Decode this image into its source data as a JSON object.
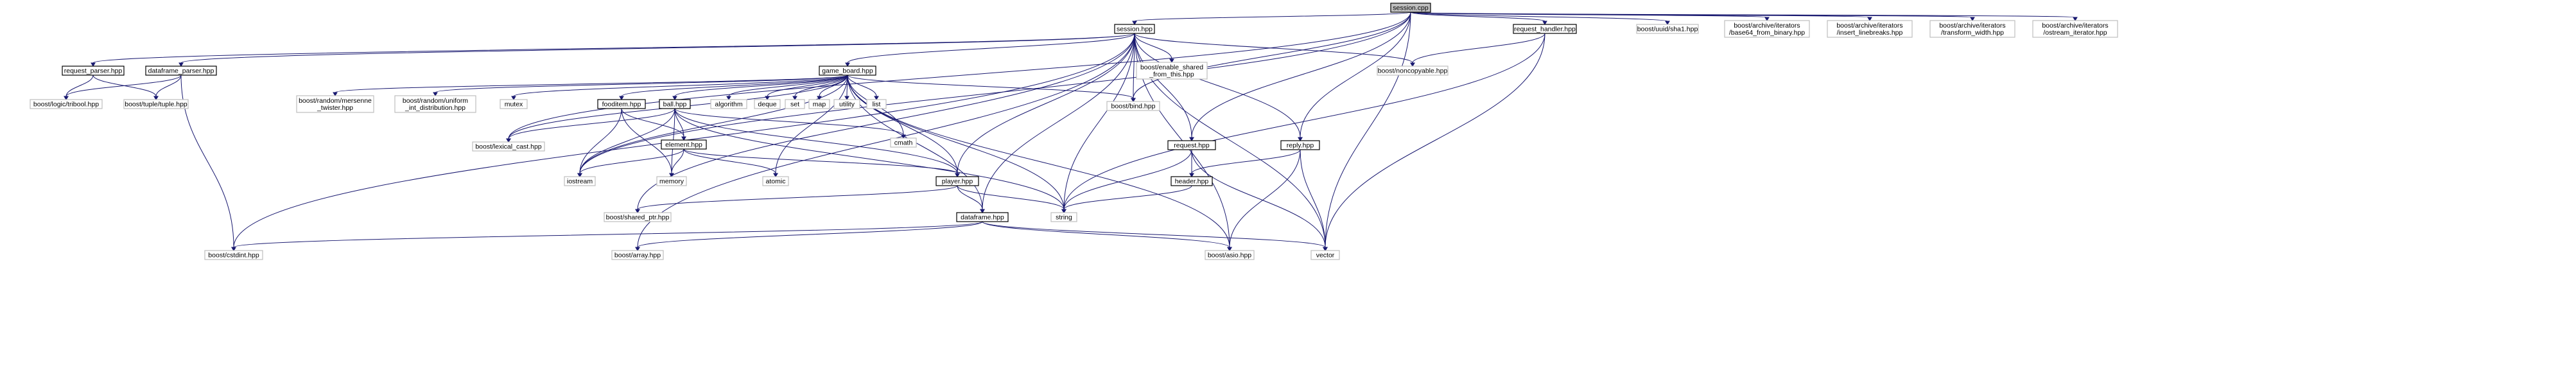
{
  "diagram": {
    "type": "include-dependency-graph",
    "colors": {
      "edge": "#191970",
      "root_fill": "#bfbfbf",
      "documented_stroke": "#000000",
      "external_stroke": "#bfbfbf",
      "background": "#ffffff"
    },
    "nodes": [
      {
        "id": "session_cpp",
        "lines": [
          "session.cpp"
        ],
        "kind": "root"
      },
      {
        "id": "session_hpp",
        "lines": [
          "session.hpp"
        ],
        "kind": "documented"
      },
      {
        "id": "request_handler_hpp",
        "lines": [
          "request_handler.hpp"
        ],
        "kind": "documented"
      },
      {
        "id": "uuid_sha1",
        "lines": [
          "boost/uuid/sha1.hpp"
        ],
        "kind": "external"
      },
      {
        "id": "b64",
        "lines": [
          "boost/archive/iterators",
          "/base64_from_binary.hpp"
        ],
        "kind": "external"
      },
      {
        "id": "insert_linebreaks",
        "lines": [
          "boost/archive/iterators",
          "/insert_linebreaks.hpp"
        ],
        "kind": "external"
      },
      {
        "id": "transform_width",
        "lines": [
          "boost/archive/iterators",
          "/transform_width.hpp"
        ],
        "kind": "external"
      },
      {
        "id": "ostream_iterator",
        "lines": [
          "boost/archive/iterators",
          "/ostream_iterator.hpp"
        ],
        "kind": "external"
      },
      {
        "id": "request_parser_hpp",
        "lines": [
          "request_parser.hpp"
        ],
        "kind": "documented"
      },
      {
        "id": "dataframe_parser_hpp",
        "lines": [
          "dataframe_parser.hpp"
        ],
        "kind": "documented"
      },
      {
        "id": "game_board_hpp",
        "lines": [
          "game_board.hpp"
        ],
        "kind": "documented"
      },
      {
        "id": "enable_shared",
        "lines": [
          "boost/enable_shared",
          "_from_this.hpp"
        ],
        "kind": "external"
      },
      {
        "id": "noncopyable",
        "lines": [
          "boost/noncopyable.hpp"
        ],
        "kind": "external"
      },
      {
        "id": "logic_tribool",
        "lines": [
          "boost/logic/tribool.hpp"
        ],
        "kind": "external"
      },
      {
        "id": "tuple",
        "lines": [
          "boost/tuple/tuple.hpp"
        ],
        "kind": "external"
      },
      {
        "id": "mersenne",
        "lines": [
          "boost/random/mersenne",
          "_twister.hpp"
        ],
        "kind": "external"
      },
      {
        "id": "uniform_int",
        "lines": [
          "boost/random/uniform",
          "_int_distribution.hpp"
        ],
        "kind": "external"
      },
      {
        "id": "mutex",
        "lines": [
          "mutex"
        ],
        "kind": "external"
      },
      {
        "id": "fooditem_hpp",
        "lines": [
          "fooditem.hpp"
        ],
        "kind": "documented"
      },
      {
        "id": "ball_hpp",
        "lines": [
          "ball.hpp"
        ],
        "kind": "documented"
      },
      {
        "id": "algorithm",
        "lines": [
          "algorithm"
        ],
        "kind": "external"
      },
      {
        "id": "deque",
        "lines": [
          "deque"
        ],
        "kind": "external"
      },
      {
        "id": "set",
        "lines": [
          "set"
        ],
        "kind": "external"
      },
      {
        "id": "map",
        "lines": [
          "map"
        ],
        "kind": "external"
      },
      {
        "id": "utility",
        "lines": [
          "utility"
        ],
        "kind": "external"
      },
      {
        "id": "list",
        "lines": [
          "list"
        ],
        "kind": "external"
      },
      {
        "id": "bind",
        "lines": [
          "boost/bind.hpp"
        ],
        "kind": "external"
      },
      {
        "id": "lexical_cast",
        "lines": [
          "boost/lexical_cast.hpp"
        ],
        "kind": "external"
      },
      {
        "id": "cmath",
        "lines": [
          "cmath"
        ],
        "kind": "external"
      },
      {
        "id": "element_hpp",
        "lines": [
          "element.hpp"
        ],
        "kind": "documented"
      },
      {
        "id": "request_hpp",
        "lines": [
          "request.hpp"
        ],
        "kind": "documented"
      },
      {
        "id": "reply_hpp",
        "lines": [
          "reply.hpp"
        ],
        "kind": "documented"
      },
      {
        "id": "iostream",
        "lines": [
          "iostream"
        ],
        "kind": "external"
      },
      {
        "id": "memory",
        "lines": [
          "memory"
        ],
        "kind": "external"
      },
      {
        "id": "atomic",
        "lines": [
          "atomic"
        ],
        "kind": "external"
      },
      {
        "id": "player_hpp",
        "lines": [
          "player.hpp"
        ],
        "kind": "documented"
      },
      {
        "id": "header_hpp",
        "lines": [
          "header.hpp"
        ],
        "kind": "documented"
      },
      {
        "id": "shared_ptr",
        "lines": [
          "boost/shared_ptr.hpp"
        ],
        "kind": "external"
      },
      {
        "id": "string",
        "lines": [
          "string"
        ],
        "kind": "external"
      },
      {
        "id": "dataframe_hpp",
        "lines": [
          "dataframe.hpp"
        ],
        "kind": "documented"
      },
      {
        "id": "cstdint",
        "lines": [
          "boost/cstdint.hpp"
        ],
        "kind": "external"
      },
      {
        "id": "array",
        "lines": [
          "boost/array.hpp"
        ],
        "kind": "external"
      },
      {
        "id": "asio",
        "lines": [
          "boost/asio.hpp"
        ],
        "kind": "external"
      },
      {
        "id": "vector",
        "lines": [
          "vector"
        ],
        "kind": "external"
      }
    ],
    "edges": [
      [
        "session_cpp",
        "session_hpp"
      ],
      [
        "session_cpp",
        "request_handler_hpp"
      ],
      [
        "session_cpp",
        "uuid_sha1"
      ],
      [
        "session_cpp",
        "b64"
      ],
      [
        "session_cpp",
        "insert_linebreaks"
      ],
      [
        "session_cpp",
        "transform_width"
      ],
      [
        "session_cpp",
        "ostream_iterator"
      ],
      [
        "session_cpp",
        "lexical_cast"
      ],
      [
        "session_cpp",
        "iostream"
      ],
      [
        "session_cpp",
        "bind"
      ],
      [
        "session_cpp",
        "request_hpp"
      ],
      [
        "session_cpp",
        "reply_hpp"
      ],
      [
        "session_cpp",
        "vector"
      ],
      [
        "session_hpp",
        "request_parser_hpp"
      ],
      [
        "session_hpp",
        "dataframe_parser_hpp"
      ],
      [
        "session_hpp",
        "game_board_hpp"
      ],
      [
        "session_hpp",
        "enable_shared"
      ],
      [
        "session_hpp",
        "noncopyable"
      ],
      [
        "session_hpp",
        "request_hpp"
      ],
      [
        "session_hpp",
        "reply_hpp"
      ],
      [
        "session_hpp",
        "player_hpp"
      ],
      [
        "session_hpp",
        "dataframe_hpp"
      ],
      [
        "session_hpp",
        "string"
      ],
      [
        "session_hpp",
        "asio"
      ],
      [
        "session_hpp",
        "vector"
      ],
      [
        "session_hpp",
        "cstdint"
      ],
      [
        "session_hpp",
        "array"
      ],
      [
        "session_hpp",
        "shared_ptr"
      ],
      [
        "session_hpp",
        "bind"
      ],
      [
        "request_handler_hpp",
        "noncopyable"
      ],
      [
        "request_handler_hpp",
        "string"
      ],
      [
        "request_handler_hpp",
        "vector"
      ],
      [
        "request_parser_hpp",
        "logic_tribool"
      ],
      [
        "request_parser_hpp",
        "tuple"
      ],
      [
        "dataframe_parser_hpp",
        "logic_tribool"
      ],
      [
        "dataframe_parser_hpp",
        "tuple"
      ],
      [
        "dataframe_parser_hpp",
        "cstdint"
      ],
      [
        "game_board_hpp",
        "mersenne"
      ],
      [
        "game_board_hpp",
        "uniform_int"
      ],
      [
        "game_board_hpp",
        "mutex"
      ],
      [
        "game_board_hpp",
        "fooditem_hpp"
      ],
      [
        "game_board_hpp",
        "ball_hpp"
      ],
      [
        "game_board_hpp",
        "algorithm"
      ],
      [
        "game_board_hpp",
        "deque"
      ],
      [
        "game_board_hpp",
        "set"
      ],
      [
        "game_board_hpp",
        "map"
      ],
      [
        "game_board_hpp",
        "utility"
      ],
      [
        "game_board_hpp",
        "list"
      ],
      [
        "game_board_hpp",
        "bind"
      ],
      [
        "game_board_hpp",
        "lexical_cast"
      ],
      [
        "game_board_hpp",
        "cmath"
      ],
      [
        "game_board_hpp",
        "atomic"
      ],
      [
        "game_board_hpp",
        "player_hpp"
      ],
      [
        "game_board_hpp",
        "dataframe_hpp"
      ],
      [
        "game_board_hpp",
        "iostream"
      ],
      [
        "game_board_hpp",
        "string"
      ],
      [
        "game_board_hpp",
        "asio"
      ],
      [
        "fooditem_hpp",
        "element_hpp"
      ],
      [
        "fooditem_hpp",
        "iostream"
      ],
      [
        "fooditem_hpp",
        "memory"
      ],
      [
        "ball_hpp",
        "element_hpp"
      ],
      [
        "ball_hpp",
        "player_hpp"
      ],
      [
        "ball_hpp",
        "cmath"
      ],
      [
        "ball_hpp",
        "iostream"
      ],
      [
        "ball_hpp",
        "memory"
      ],
      [
        "ball_hpp",
        "lexical_cast"
      ],
      [
        "ball_hpp",
        "string"
      ],
      [
        "element_hpp",
        "iostream"
      ],
      [
        "element_hpp",
        "memory"
      ],
      [
        "element_hpp",
        "atomic"
      ],
      [
        "element_hpp",
        "player_hpp"
      ],
      [
        "player_hpp",
        "dataframe_hpp"
      ],
      [
        "player_hpp",
        "shared_ptr"
      ],
      [
        "player_hpp",
        "string"
      ],
      [
        "request_hpp",
        "header_hpp"
      ],
      [
        "request_hpp",
        "string"
      ],
      [
        "request_hpp",
        "vector"
      ],
      [
        "reply_hpp",
        "header_hpp"
      ],
      [
        "reply_hpp",
        "asio"
      ],
      [
        "reply_hpp",
        "vector"
      ],
      [
        "header_hpp",
        "string"
      ],
      [
        "dataframe_hpp",
        "cstdint"
      ],
      [
        "dataframe_hpp",
        "array"
      ],
      [
        "dataframe_hpp",
        "asio"
      ],
      [
        "dataframe_hpp",
        "vector"
      ]
    ]
  }
}
